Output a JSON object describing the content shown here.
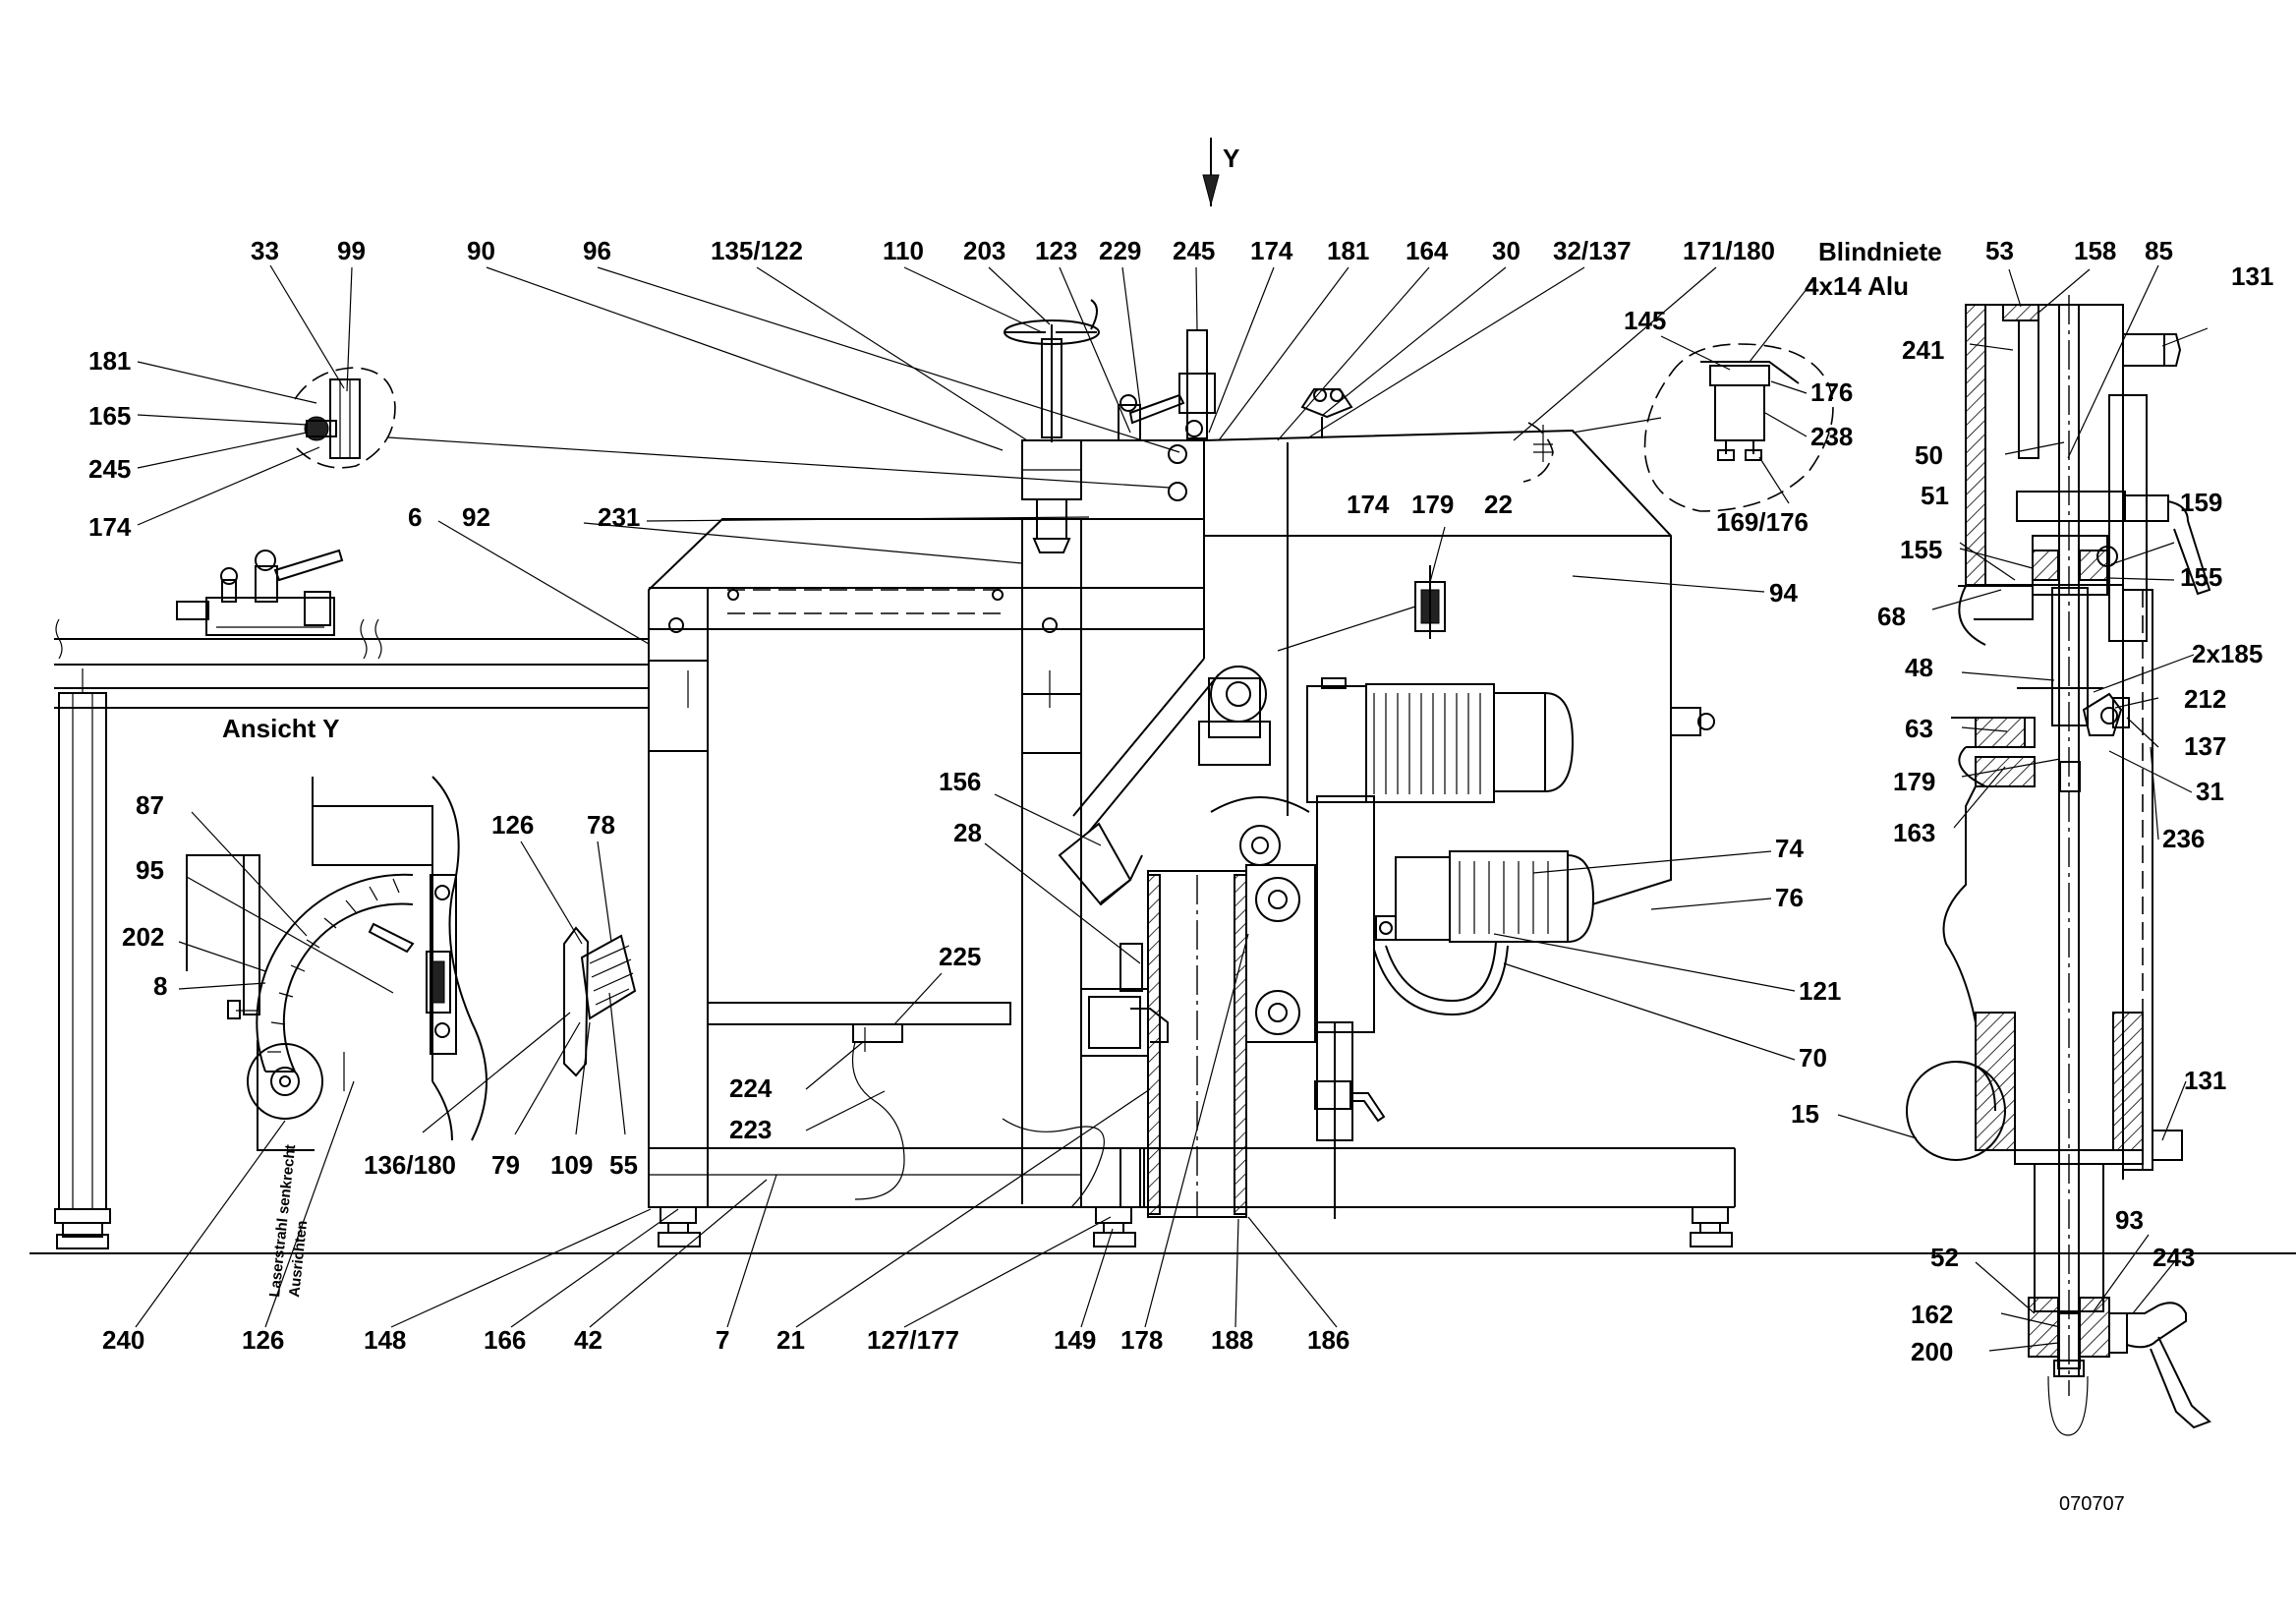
{
  "drawing_id": "070707",
  "view_marker": "Y",
  "view_title": "Ansicht Y",
  "rotated_notes": [
    "Laserstrahl senkrecht",
    "Ausrichten"
  ],
  "blind_rivet_note": [
    "Blindniete",
    "4x14 Alu"
  ],
  "labels": [
    "33",
    "99",
    "90",
    "96",
    "135/122",
    "110",
    "203",
    "123",
    "229",
    "245",
    "174",
    "181",
    "164",
    "30",
    "32/137",
    "171/180",
    "53",
    "158",
    "85",
    "131",
    "181",
    "165",
    "245",
    "174",
    "145",
    "176",
    "238",
    "169/176",
    "241",
    "50",
    "51",
    "159",
    "155",
    "155",
    "68",
    "48",
    "2x185",
    "212",
    "63",
    "137",
    "179",
    "31",
    "163",
    "236",
    "6",
    "92",
    "231",
    "174",
    "179",
    "22",
    "94",
    "87",
    "95",
    "202",
    "8",
    "126",
    "78",
    "156",
    "28",
    "74",
    "76",
    "225",
    "121",
    "70",
    "224",
    "223",
    "136/180",
    "79",
    "109",
    "55",
    "15",
    "131",
    "93",
    "52",
    "243",
    "162",
    "200",
    "240",
    "126",
    "148",
    "166",
    "42",
    "7",
    "21",
    "127/177",
    "149",
    "178",
    "188",
    "186"
  ]
}
